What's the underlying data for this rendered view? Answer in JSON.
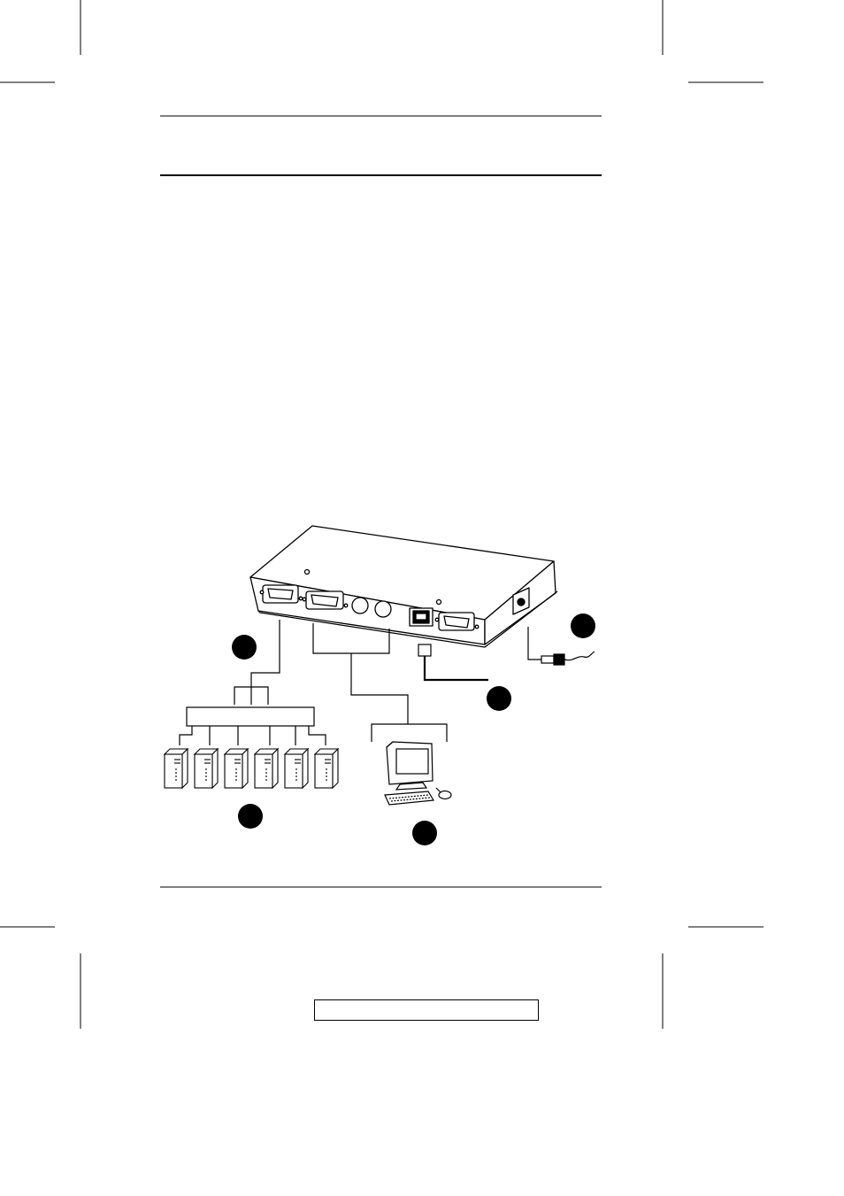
{
  "page": {
    "ink_color": "#000000",
    "paper_color": "#ffffff",
    "footer_text": ""
  },
  "diagram": {
    "device": {
      "name_icon": "kvm-over-ip-device-icon",
      "ports": [
        "kvm-port",
        "console-vga-port",
        "console-ps2-ports",
        "lan-port",
        "serial-port",
        "power-jack"
      ]
    },
    "callouts": [
      {
        "id": "callout-kvm-switch",
        "icon": "numbered-callout-circle"
      },
      {
        "id": "callout-servers",
        "icon": "numbered-callout-circle"
      },
      {
        "id": "callout-console",
        "icon": "numbered-callout-circle"
      },
      {
        "id": "callout-lan",
        "icon": "numbered-callout-circle"
      },
      {
        "id": "callout-power",
        "icon": "numbered-callout-circle"
      }
    ],
    "server_count": 6,
    "console": {
      "icons": [
        "monitor-icon",
        "keyboard-icon",
        "mouse-icon"
      ]
    }
  }
}
